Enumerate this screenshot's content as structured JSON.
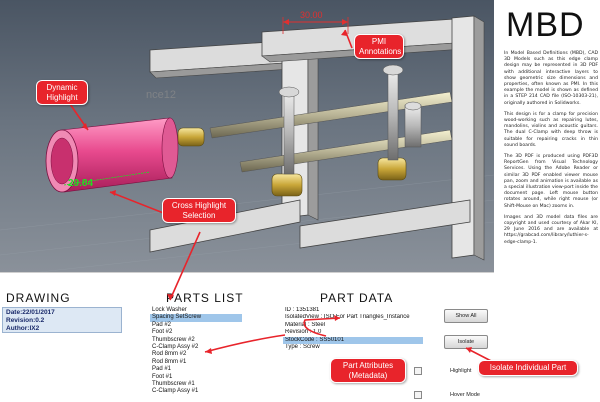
{
  "viewport": {
    "dim_top": "30.00",
    "dim_left": "29.84",
    "ghost_label": "nce12"
  },
  "callouts": {
    "dynamic": "Dynamic Highlight",
    "pmi": "PMI Annotations",
    "cross": "Cross Highlight Selection",
    "attrs": "Part Attributes (Metadata)",
    "isolate": "Isolate Individual Part"
  },
  "side": {
    "title": "MBD",
    "p1": "In Model Based Definitions (MBD), CAD 3D Models such as this edge clamp design may be represented in 3D PDF with additional interactive layers to show geometric size dimensions and properties, often known as PMI. In this example the model is shown as defined in a STEP 214 CAD file (ISO-10303-21), originally authored in Solidworks.",
    "p2": "This design is for a clamp for precision wood-working such as repairing lutes, mandolins, violins and acoustic guitars. The dual C-Clamp with deep throw is suitable for repairing cracks in thin sound boards.",
    "p3": "The 3D PDF is produced using PDF3D ReportGen from Visual Technology Services. Using the Adobe Reader or similar 3D PDF enabled viewer mouse pan, zoom and animation is available as a special illustration view-port inside the document page. Left mouse button rotates around, while right mouse (or Shift-Mouse on Mac) zooms in.",
    "p4": "Images and 3D model data files are copyright and used courtesy of Akar KI, 29 June 2016 and are available at https://grabcad.com/library/luthier-s-edge-clamp-1."
  },
  "drawing": {
    "title": "DRAWING",
    "date": "Date:22/01/2017",
    "revision": "Revision:0.2",
    "author": "Author:IX2"
  },
  "parts": {
    "title": "PARTS LIST",
    "items": [
      "Lock Washer",
      "Spacing SetScrew",
      "Pad #2",
      "Foot #2",
      "Thumbscrew #2",
      "C-Clamp Assy #2",
      "Rod 8mm #2",
      "Rod 8mm #1",
      "Pad #1",
      "Foot #1",
      "Thumbscrew #1",
      "C-Clamp Assy #1"
    ]
  },
  "part_data": {
    "title": "PART DATA",
    "rows": [
      "ID : 1351381",
      "IsolatedView : ISO For Part Triangles_Instance",
      "Material : Steel",
      "Revision : 1.0",
      "StockCode : SS50101",
      "Type : Screw"
    ]
  },
  "controls": {
    "show_all": "Show All",
    "isolate": "Isolate",
    "highlight": "Highlight",
    "hover_mode": "Hover Mode"
  },
  "colors": {
    "callout": "#e8242b",
    "selection": "#9fc6ea",
    "highlight_part": "#f06aa0",
    "dimension": "#e03030",
    "dimension_green": "#22dd22"
  }
}
